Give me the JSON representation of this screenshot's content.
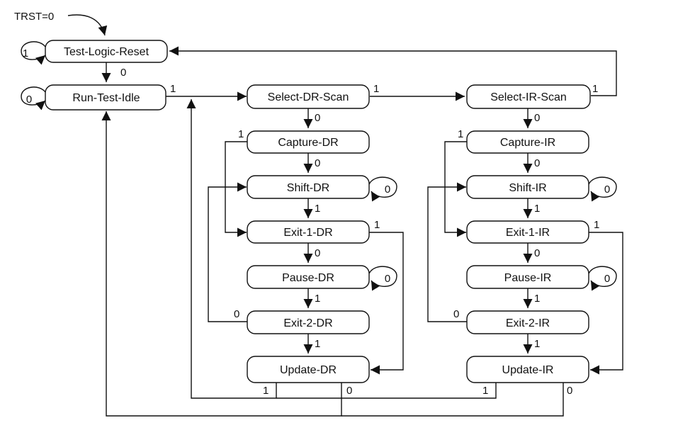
{
  "trst_label": "TRST=0",
  "states": {
    "tlr": "Test-Logic-Reset",
    "rti": "Run-Test-Idle",
    "sel_dr": "Select-DR-Scan",
    "sel_ir": "Select-IR-Scan",
    "cap_dr": "Capture-DR",
    "shift_dr": "Shift-DR",
    "exit1_dr": "Exit-1-DR",
    "pause_dr": "Pause-DR",
    "exit2_dr": "Exit-2-DR",
    "update_dr": "Update-DR",
    "cap_ir": "Capture-IR",
    "shift_ir": "Shift-IR",
    "exit1_ir": "Exit-1-IR",
    "pause_ir": "Pause-IR",
    "exit2_ir": "Exit-2-IR",
    "update_ir": "Update-IR"
  },
  "transitions": {
    "tlr_self": "1",
    "tlr_to_rti": "0",
    "rti_self": "0",
    "rti_to_seldr": "1",
    "seldr_to_selir": "1",
    "selir_to_tlr": "1",
    "seldr_to_capdr": "0",
    "capdr_to_exit1dr": "1",
    "capdr_to_shiftdr": "0",
    "shiftdr_self": "0",
    "shiftdr_to_exit1dr": "1",
    "exit1dr_to_pausedr": "0",
    "exit1dr_to_updatedr": "1",
    "pausedr_self": "0",
    "pausedr_to_exit2dr": "1",
    "exit2dr_to_shiftdr": "0",
    "exit2dr_to_updatedr": "1",
    "updatedr_to_seldr": "1",
    "updatedr_to_rti": "0",
    "selir_to_capir": "0",
    "capir_to_exit1ir": "1",
    "capir_to_shiftir": "0",
    "shiftir_self": "0",
    "shiftir_to_exit1ir": "1",
    "exit1ir_to_pauseir": "0",
    "exit1ir_to_updateir": "1",
    "pauseir_self": "0",
    "pauseir_to_exit2ir": "1",
    "exit2ir_to_shiftir": "0",
    "exit2ir_to_updateir": "1",
    "updateir_to_seldr": "1",
    "updateir_to_rti": "0"
  }
}
